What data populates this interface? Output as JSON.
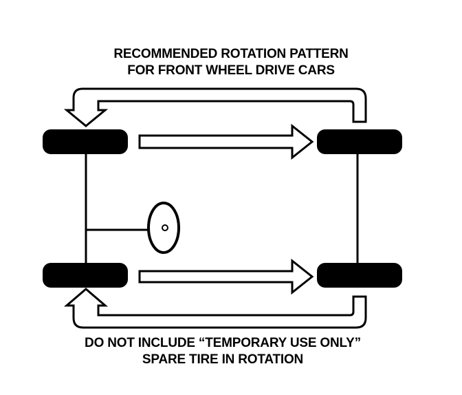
{
  "title": {
    "line1": "RECOMMENDED ROTATION PATTERN",
    "line2": "FOR FRONT WHEEL DRIVE CARS"
  },
  "note": {
    "line1": "DO NOT INCLUDE “TEMPORARY USE ONLY”",
    "line2": "SPARE TIRE IN ROTATION"
  },
  "colors": {
    "ink": "#000000",
    "paper": "#ffffff"
  }
}
